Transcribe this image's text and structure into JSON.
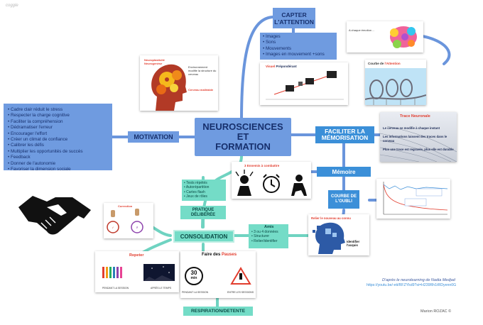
{
  "watermark": "coggle",
  "center": {
    "line1": "NEUROSCIENCES",
    "line2": "ET",
    "line3": "FORMATION"
  },
  "capter": {
    "title": "CAPTER L'ATTENTION",
    "items": [
      "Images",
      "Sons",
      "Mouvements",
      "Images en mouvement +sons"
    ],
    "img_emotion_caption": "A chaque émotion ...",
    "img_visuel_label": "Visuel",
    "img_visuel_title": "Prépondérant",
    "img_coaster_caption": "Courbe de",
    "img_coaster_highlight": "l'Attention"
  },
  "motivation": {
    "title": "MOTIVATION",
    "items": [
      "Cadre clair réduit le stress",
      "Respecter la charge cognitive",
      "Faciliter la compréhension",
      "Dédramatiser l'erreur",
      "Encourager l'effort",
      "Créer un climat de confiance",
      "Calibrer les défis",
      "Multiplier les opportunités de succès",
      "Feedback",
      "Donner de l'autonomie",
      "Favoriser la dimension sociale"
    ],
    "brain_label1": "Neuroplasticité",
    "brain_label2": "Neurogenèse",
    "brain_text": "Environnement modifie la structure du cerveau",
    "brain_text2": "Cerveau malléable"
  },
  "faciliter": {
    "title": "FACILITER LA MÉMORISATION",
    "trace_title": "Trace Neuronale",
    "trace_lines": [
      "Le cerveau se modifie à chaque instant",
      "Les informations laissent des traces dans le cerveau",
      "Plus une trace est regravée, plus elle est durable"
    ]
  },
  "memoire": {
    "title": "Mémoire",
    "combat_title": "3 Ennemis à combattre",
    "courbe_title": "COURBE DE L'OUBLI",
    "head_title": "Relier le nouveau au connu",
    "head_caption": "Identifier l'acquis"
  },
  "consolidation": {
    "title": "CONSOLIDATION",
    "pratique_title": "PRATIQUE DÉLIBÉRÉE",
    "pratique_items": [
      "Tests répétés",
      "Autorépartition",
      "Cartes flash",
      "Jeux de rôles"
    ],
    "amis_title": "Amis",
    "amis_items": [
      "3 ou 4 données",
      "Structurer",
      "Relier/identifier"
    ],
    "correction_label": "Correction",
    "repeter_title": "Repeter",
    "repeter_cap1": "PENDANT LA SESSION",
    "repeter_cap2": "APRÈS LE TEMPS",
    "pauses_title": "Faire des",
    "pauses_highlight": "Pauses",
    "timer_value": "30",
    "timer_unit": "min",
    "pauses_cap1": "PENDANT LA SESSION",
    "pauses_cap2": "ENTRE LES SESSIONS",
    "respiration": "RESPIRATION/DETENTE"
  },
  "credits": {
    "line1": "D'après le neurolearning de Nadia Medjad",
    "line2": "https://youtu.be/-eti/RFZYkd9?si=H239Rh1tRDyenn0G",
    "author": "Marion ROZAC ©"
  },
  "colors": {
    "blue": "#6f9be0",
    "teal": "#74dcc7",
    "dark_blue_text": "#17306d",
    "line_blue": "#6a95dc",
    "line_teal": "#6fd3c1",
    "accent_red": "#e23d2e"
  }
}
